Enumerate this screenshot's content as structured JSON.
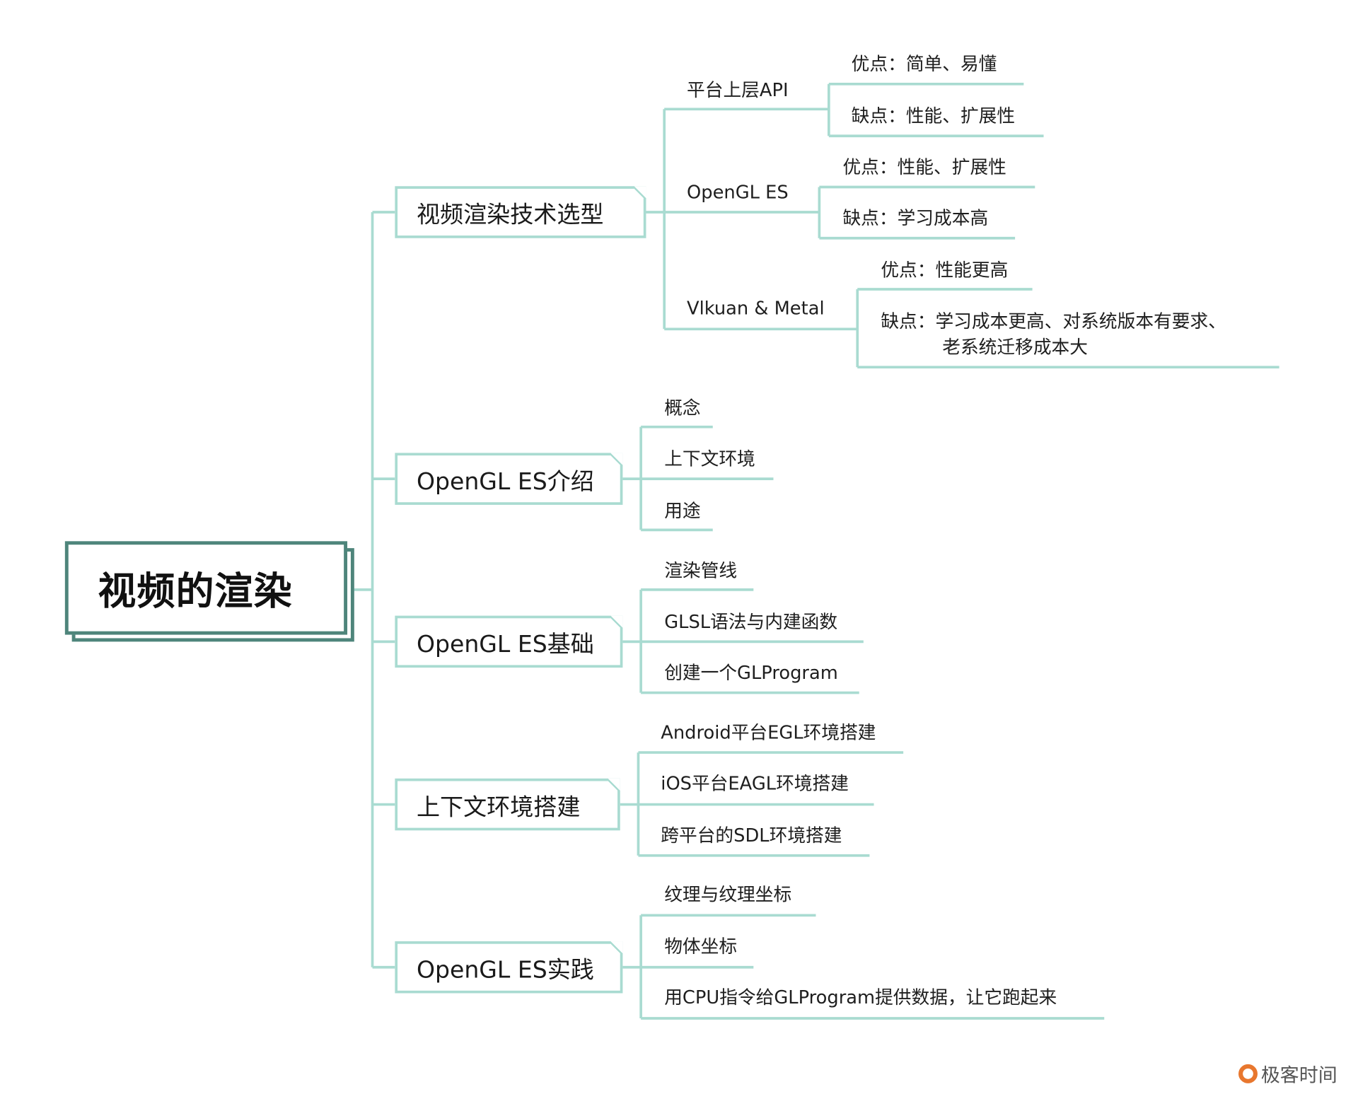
{
  "root": {
    "label": "视频的渲染"
  },
  "branches": [
    {
      "label": "视频渲染技术选型",
      "children": [
        {
          "label": "平台上层API",
          "children": [
            "优点：简单、易懂",
            "缺点：性能、扩展性"
          ]
        },
        {
          "label": "OpenGL ES",
          "children": [
            "优点：性能、扩展性",
            "缺点：学习成本高"
          ]
        },
        {
          "label": "Vlkuan & Metal",
          "children": [
            "优点：性能更高",
            "缺点：学习成本更高、对系统版本有要求、",
            "老系统迁移成本大"
          ]
        }
      ]
    },
    {
      "label": "OpenGL ES介绍",
      "children": [
        {
          "label": "概念"
        },
        {
          "label": "上下文环境"
        },
        {
          "label": "用途"
        }
      ]
    },
    {
      "label": "OpenGL ES基础",
      "children": [
        {
          "label": "渲染管线"
        },
        {
          "label": "GLSL语法与内建函数"
        },
        {
          "label": "创建一个GLProgram"
        }
      ]
    },
    {
      "label": "上下文环境搭建",
      "children": [
        {
          "label": "Android平台EGL环境搭建"
        },
        {
          "label": "iOS平台EAGL环境搭建"
        },
        {
          "label": "跨平台的SDL环境搭建"
        }
      ]
    },
    {
      "label": "OpenGL ES实践",
      "children": [
        {
          "label": "纹理与纹理坐标"
        },
        {
          "label": "物体坐标"
        },
        {
          "label": "用CPU指令给GLProgram提供数据，让它跑起来"
        }
      ]
    }
  ],
  "logo": {
    "text": "极客时间"
  },
  "colors": {
    "root_border": "#4e857b",
    "line": "#a9dbd1",
    "logo": "#e8772e"
  }
}
